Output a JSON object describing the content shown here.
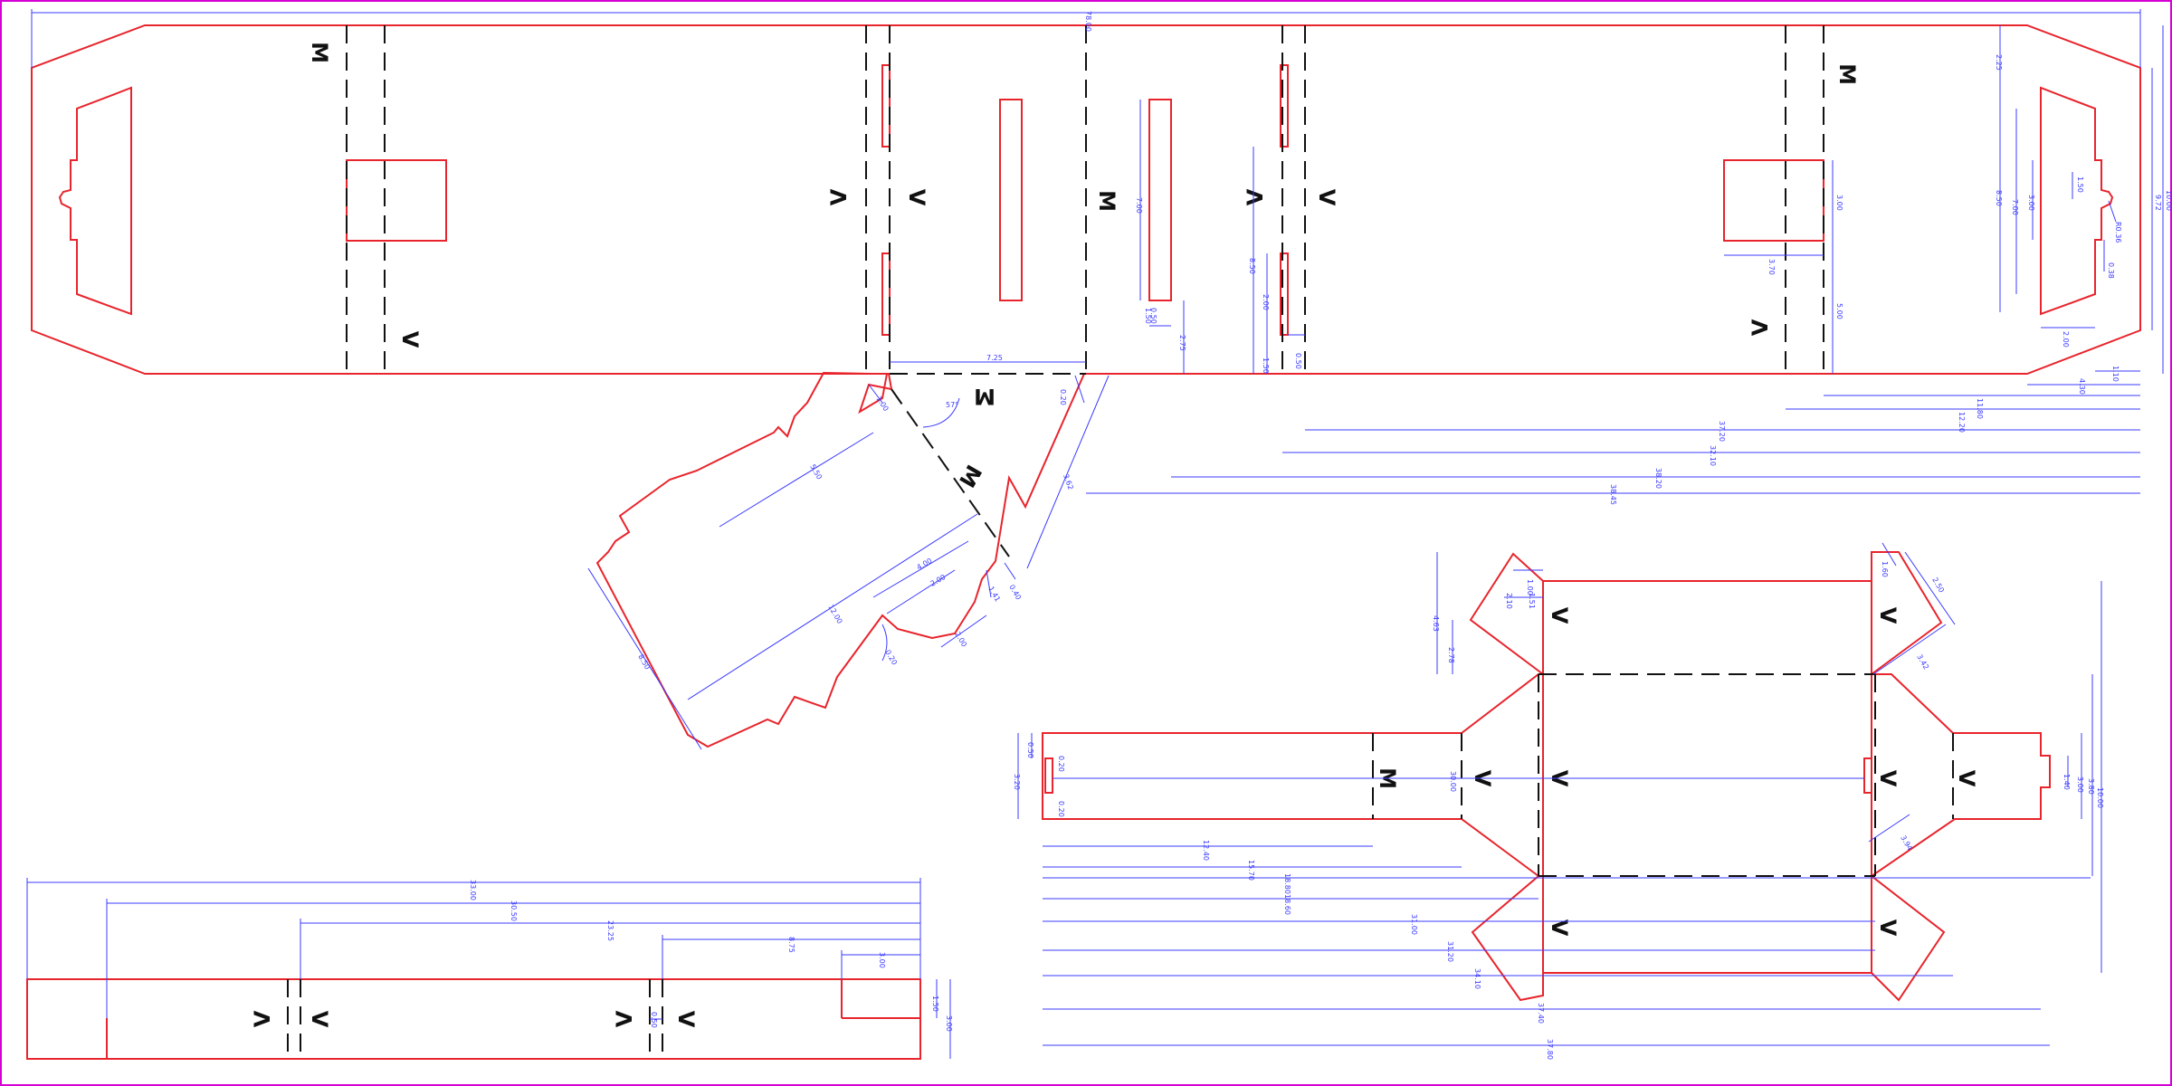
{
  "colors": {
    "cut": "#e8242c",
    "fold": "#111111",
    "dimension": "#3b3bff",
    "frame": "#d400d4"
  },
  "fold_marks": [
    "M",
    "V"
  ],
  "dims": {
    "top": [
      "78.00",
      "2.25",
      "8.50",
      "7.00",
      "3.00",
      "1.50",
      "R0.36",
      "0.38",
      "2.00",
      "1.10",
      "4.30",
      "11.80",
      "12.20",
      "37.20",
      "32.10",
      "38.20",
      "38.45",
      "7.00",
      "1.50",
      "0.50",
      "2.75",
      "8.50",
      "2.00",
      "1.50",
      "0.50",
      "3.00",
      "5.00",
      "3.70",
      "10.00",
      "9.72"
    ],
    "tilted": [
      "7.25",
      "1.00",
      "57°",
      "0.20",
      "5.50",
      "3.62",
      "12.00",
      "0.40",
      "4.00",
      "2.00",
      "1.41",
      "2.00",
      "0.20",
      "8.50"
    ],
    "right": [
      "1.00",
      "2.10",
      "1.51",
      "4.63",
      "2.78",
      "1.60",
      "2.50",
      "3.42",
      "0.50",
      "3.00",
      "0.20",
      "0.20",
      "3.20",
      "30.00",
      "12.40",
      "15.70",
      "18.80",
      "18.00",
      "18.60",
      "31.00",
      "31.20",
      "34.10",
      "37.40",
      "37.80",
      "3.00",
      "1.40",
      "3.80",
      "10.00",
      "16.00",
      "3.94"
    ],
    "bottom": [
      "33.00",
      "30.50",
      "23.25",
      "8.75",
      "3.00",
      "1.50",
      "3.00",
      "0.50"
    ]
  }
}
